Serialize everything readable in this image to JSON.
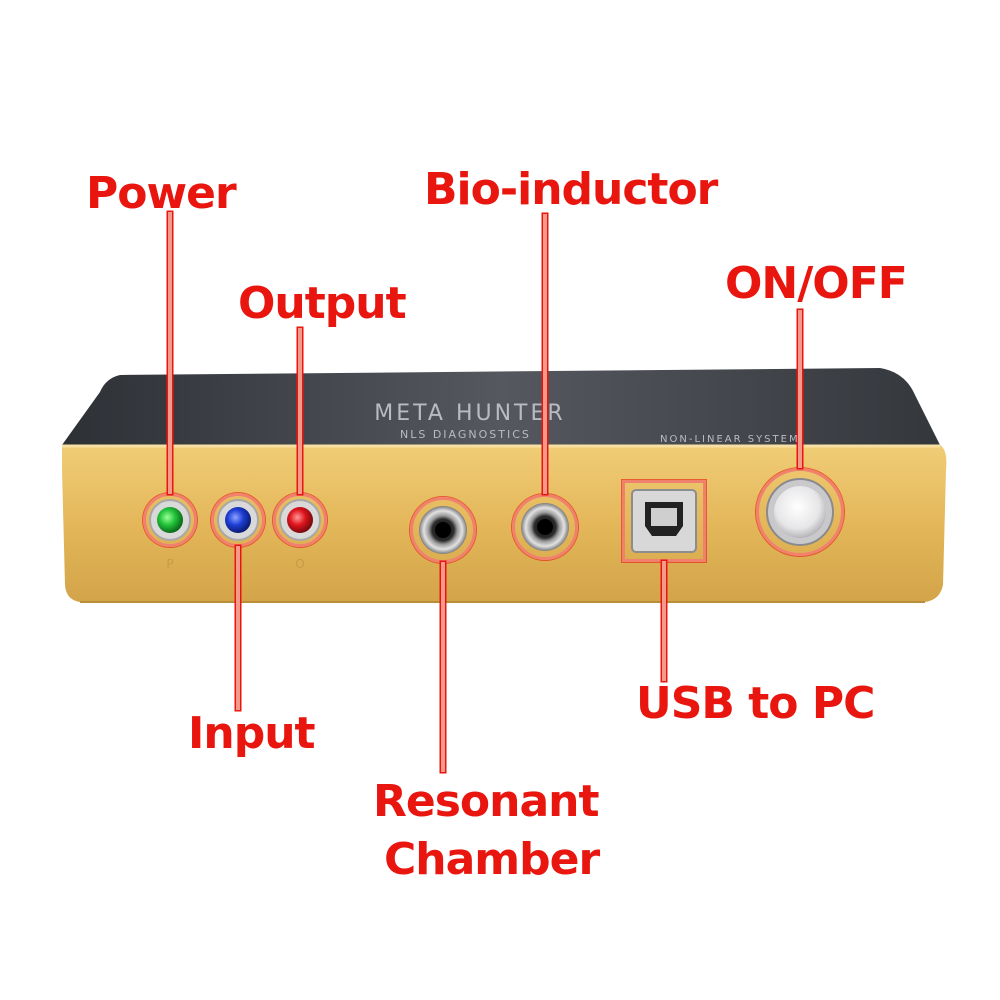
{
  "device": {
    "brand": "META HUNTER",
    "subtitle": "NLS DIAGNOSTICS",
    "badge": "NON-LINEAR SYSTEM"
  },
  "callouts": {
    "power": "Power",
    "output": "Output",
    "input": "Input",
    "bio_inductor": "Bio-inductor",
    "resonant_chamber_line1": "Resonant",
    "resonant_chamber_line2": "Chamber",
    "usb": "USB to PC",
    "on_off": "ON/OFF"
  },
  "colors": {
    "callout_text": "#e8160f",
    "callout_line": "#f59a8a",
    "chassis_gold": "#e3b85a",
    "top_panel": "#3b3e44",
    "led_power": "#22c33a",
    "led_input": "#1f3fd6",
    "led_output": "#e0141c"
  }
}
